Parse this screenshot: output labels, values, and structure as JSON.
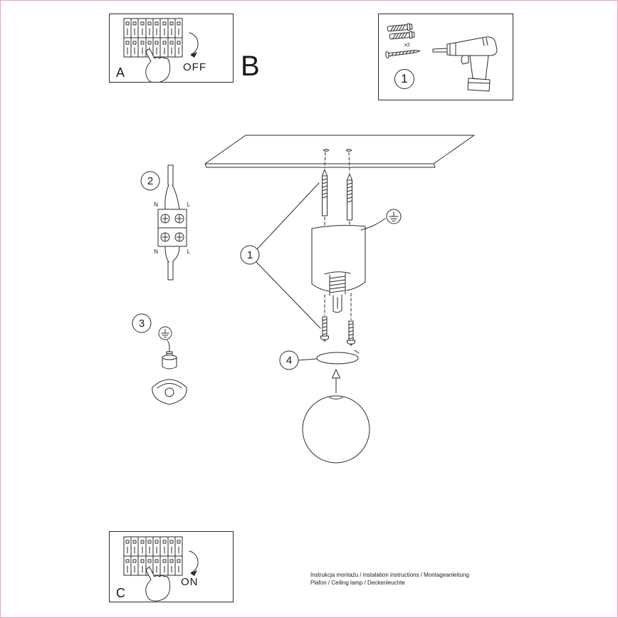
{
  "page": {
    "border_color": "#f29ec4",
    "line_color": "#2a2a2a"
  },
  "panel_off": {
    "letter": "A",
    "state_label": "OFF"
  },
  "section_label": "B",
  "tools_panel": {
    "step_number": "1",
    "plug_quantity": "x2"
  },
  "diagram": {
    "callout_screws": "1",
    "callout_ring": "4",
    "step_wiring": "2",
    "step_bracket": "3",
    "terminal_labels": {
      "top_left": "N",
      "top_right": "L",
      "bottom_left": "N",
      "bottom_right": "L"
    }
  },
  "panel_on": {
    "letter": "C",
    "state_label": "ON"
  },
  "footer": {
    "line1": "Instrukcja montażu / instalation instructions / Montageanleitung",
    "line2": "Plafon / Ceiling lamp / Deckenleuchte"
  }
}
